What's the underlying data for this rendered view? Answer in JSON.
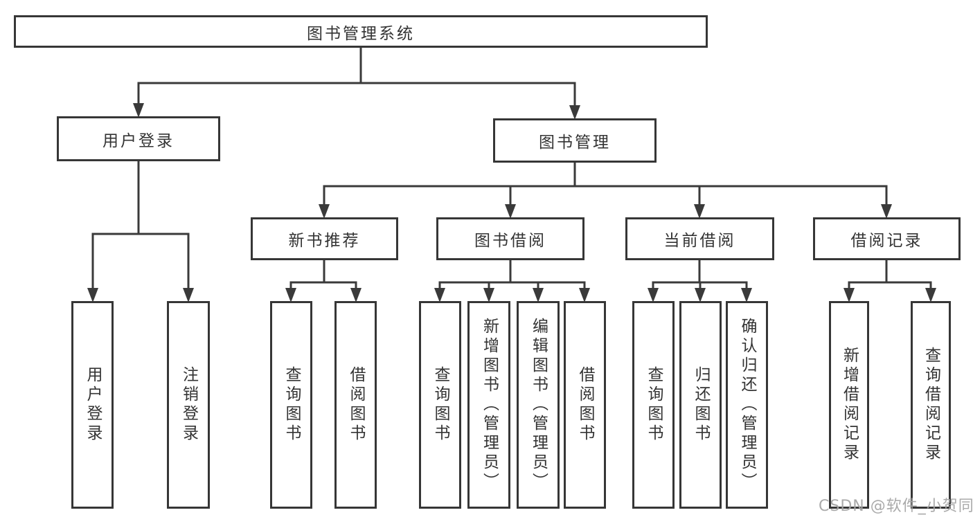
{
  "diagram": {
    "root": {
      "label": "图书管理系统"
    },
    "user_login": {
      "label": "用户登录",
      "children": [
        {
          "label": "用户登录"
        },
        {
          "label": "注销登录"
        }
      ]
    },
    "book_management": {
      "label": "图书管理",
      "sections": [
        {
          "label": "新书推荐",
          "children": [
            {
              "label": "查询图书"
            },
            {
              "label": "借阅图书"
            }
          ]
        },
        {
          "label": "图书借阅",
          "children": [
            {
              "label": "查询图书"
            },
            {
              "label": "新增图书（管理员）"
            },
            {
              "label": "编辑图书（管理员）"
            },
            {
              "label": "借阅图书"
            }
          ]
        },
        {
          "label": "当前借阅",
          "children": [
            {
              "label": "查询图书"
            },
            {
              "label": "归还图书"
            },
            {
              "label": "确认归还（管理员）"
            }
          ]
        },
        {
          "label": "借阅记录",
          "children": [
            {
              "label": "新增借阅记录"
            },
            {
              "label": "查询借阅记录"
            }
          ]
        }
      ]
    },
    "watermark": "CSDN @软件_小贺同学",
    "colors": {
      "line": "#3a3a3a",
      "box_border": "#363636",
      "text": "#333333",
      "watermark": "#a6a6a6",
      "background": "#ffffff"
    }
  }
}
